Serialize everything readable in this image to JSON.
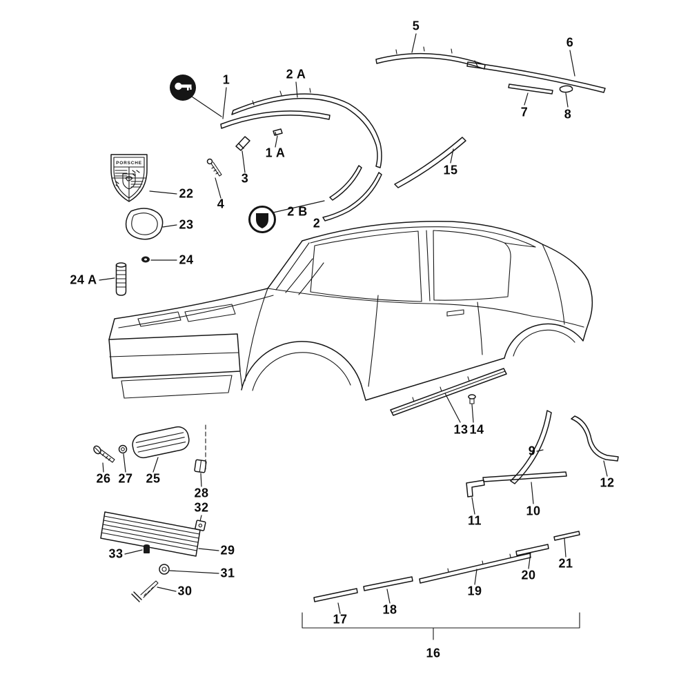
{
  "diagram": {
    "crest_text": "PORSCHE"
  },
  "labels": [
    {
      "text": "1"
    },
    {
      "text": "2 A"
    },
    {
      "text": "1 A"
    },
    {
      "text": "3"
    },
    {
      "text": "4"
    },
    {
      "text": "2 B"
    },
    {
      "text": "2"
    },
    {
      "text": "5"
    },
    {
      "text": "6"
    },
    {
      "text": "7"
    },
    {
      "text": "8"
    },
    {
      "text": "15"
    },
    {
      "text": "22"
    },
    {
      "text": "23"
    },
    {
      "text": "24"
    },
    {
      "text": "24 A"
    },
    {
      "text": "13"
    },
    {
      "text": "14"
    },
    {
      "text": "9"
    },
    {
      "text": "12"
    },
    {
      "text": "10"
    },
    {
      "text": "11"
    },
    {
      "text": "26"
    },
    {
      "text": "27"
    },
    {
      "text": "25"
    },
    {
      "text": "28"
    },
    {
      "text": "32"
    },
    {
      "text": "29"
    },
    {
      "text": "33"
    },
    {
      "text": "31"
    },
    {
      "text": "30"
    },
    {
      "text": "17"
    },
    {
      "text": "18"
    },
    {
      "text": "19"
    },
    {
      "text": "20"
    },
    {
      "text": "21"
    },
    {
      "text": "16"
    }
  ]
}
